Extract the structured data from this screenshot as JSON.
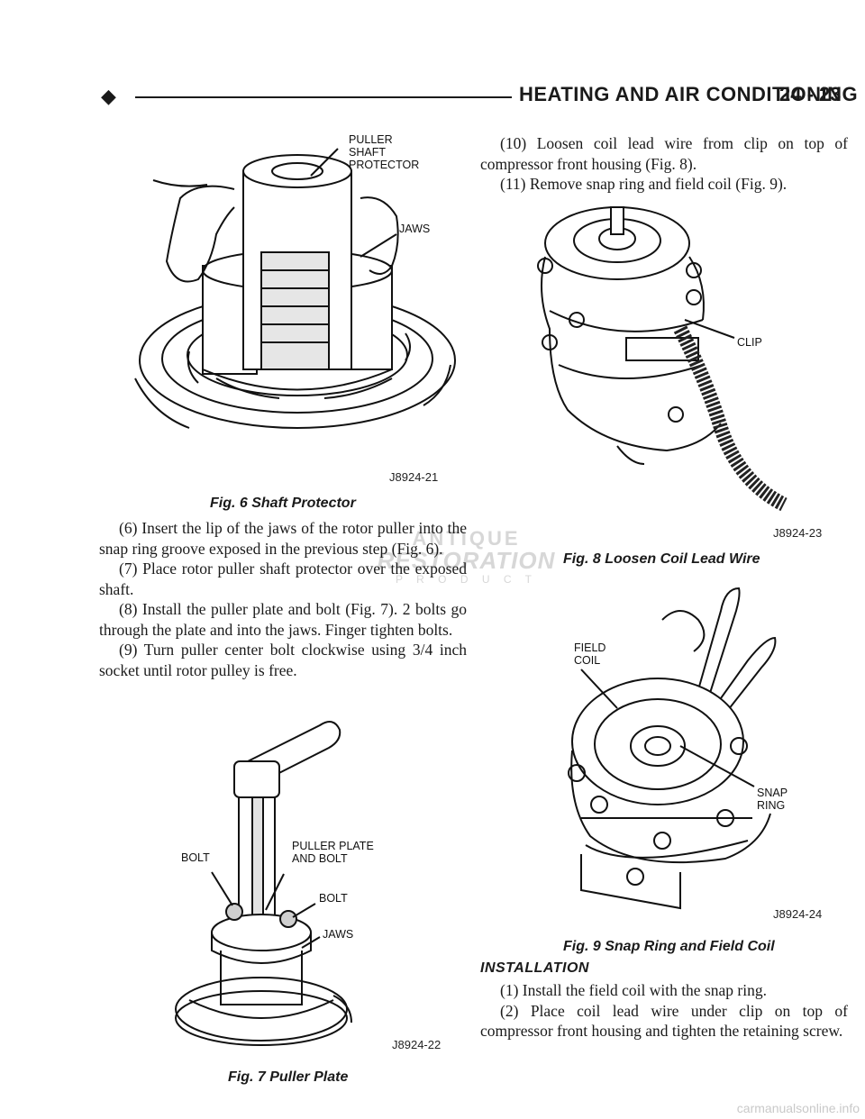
{
  "header": {
    "title": "HEATING AND AIR CONDITIONING",
    "page_number": "24 - 23"
  },
  "figures": {
    "fig6": {
      "caption": "Fig. 6 Shaft Protector",
      "code": "J8924-21",
      "labels": {
        "puller_shaft_protector": "PULLER\nSHAFT\nPROTECTOR",
        "jaws": "JAWS"
      }
    },
    "fig7": {
      "caption": "Fig. 7 Puller Plate",
      "code": "J8924-22",
      "labels": {
        "bolt_left": "BOLT",
        "puller_plate_and_bolt": "PULLER PLATE\nAND BOLT",
        "bolt_right": "BOLT",
        "jaws": "JAWS"
      }
    },
    "fig8": {
      "caption": "Fig. 8 Loosen Coil Lead Wire",
      "code": "J8924-23",
      "labels": {
        "clip": "CLIP"
      }
    },
    "fig9": {
      "caption": "Fig. 9 Snap Ring and Field Coil",
      "code": "J8924-24",
      "labels": {
        "field_coil": "FIELD\nCOIL",
        "snap_ring": "SNAP\nRING"
      }
    }
  },
  "left_text": [
    "(6) Insert the lip of the jaws of the rotor puller into the snap ring groove exposed in the previous step (Fig. 6).",
    "(7) Place rotor puller shaft protector over the exposed shaft.",
    "(8) Install the puller plate and bolt (Fig. 7). 2 bolts go through the plate and into the jaws. Finger tighten bolts.",
    "(9) Turn puller center bolt clockwise using 3/4 inch socket until rotor pulley is free."
  ],
  "right_text_top": [
    "(10) Loosen coil lead wire from clip on top of compressor front housing (Fig. 8).",
    "(11) Remove snap ring and field coil (Fig. 9)."
  ],
  "installation": {
    "heading": "INSTALLATION",
    "steps": [
      "(1) Install the field coil with the snap ring.",
      "(2) Place coil lead wire under clip on top of compressor front housing and tighten the retaining screw."
    ]
  },
  "watermark": {
    "line1": "ANTIQUE",
    "line2": "RESTORATION",
    "line3": "P R O D U C T"
  },
  "footer": "carmanualsonline.info"
}
